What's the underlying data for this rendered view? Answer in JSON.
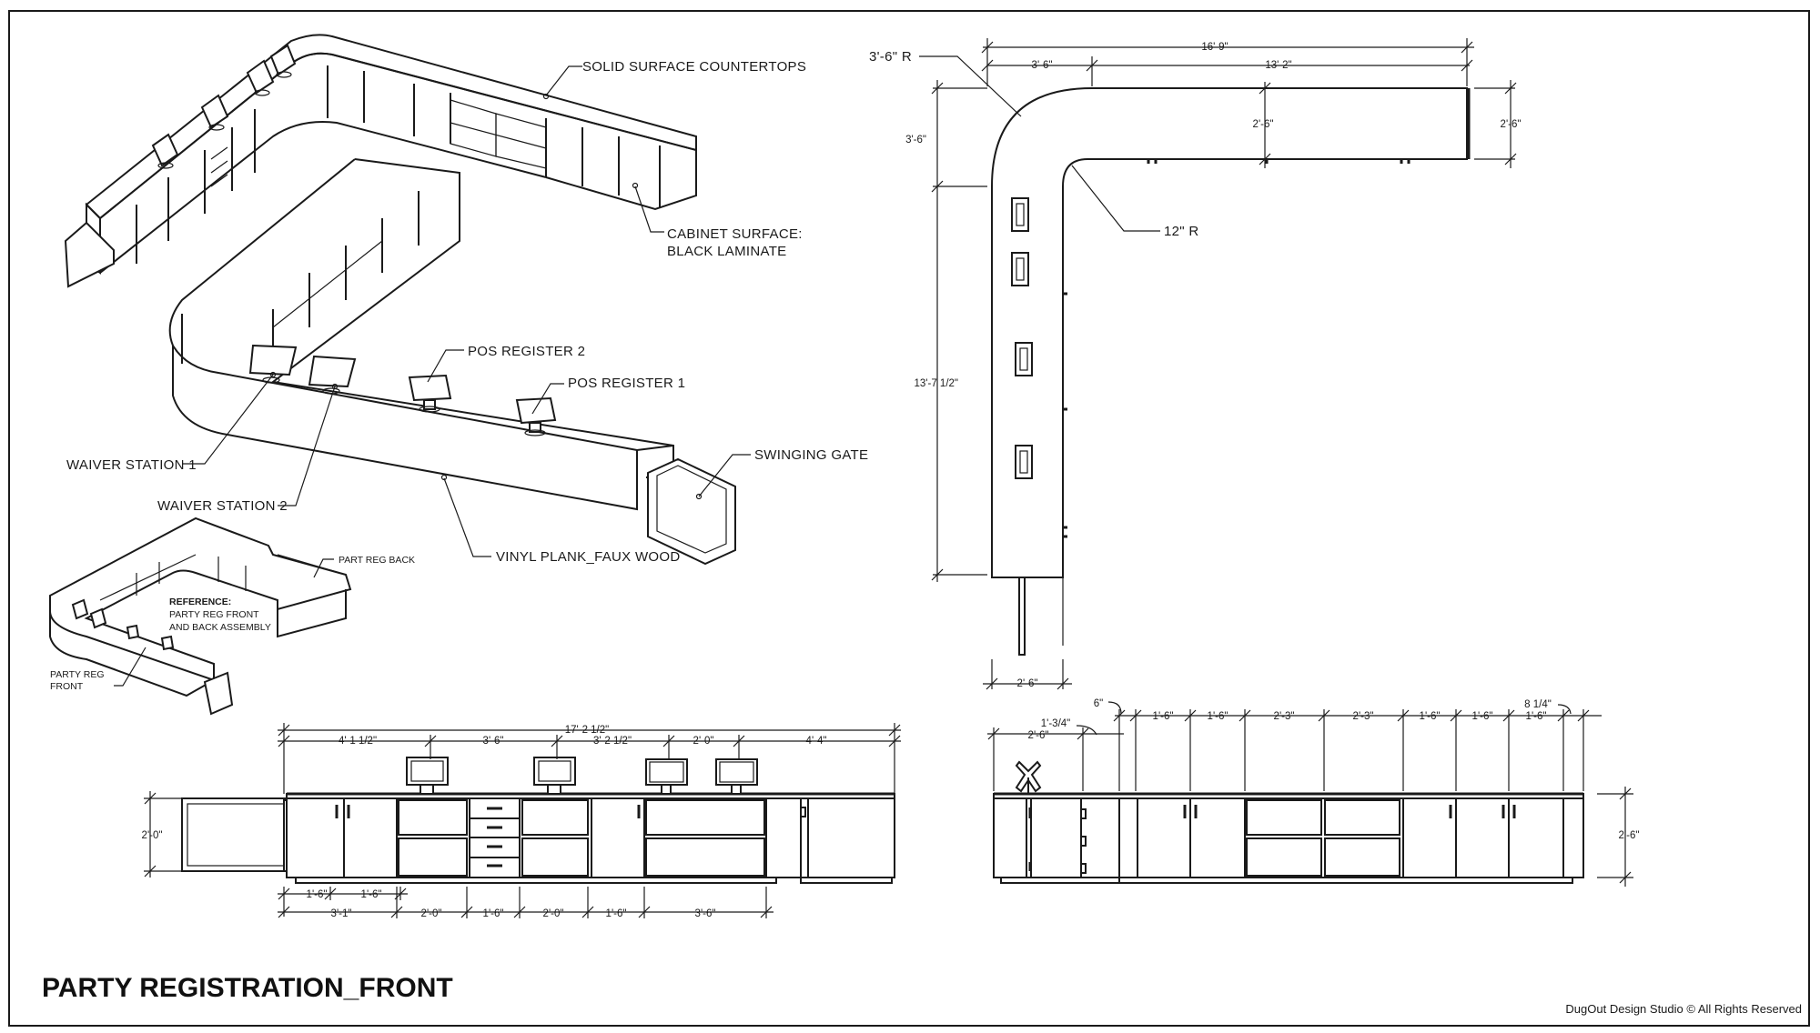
{
  "sheet": {
    "title": "PARTY REGISTRATION_FRONT",
    "credit": "DugOut Design Studio © All Rights Reserved"
  },
  "callouts": {
    "countertops": "SOLID SURFACE COUNTERTOPS",
    "cabinet_line1": "CABINET SURFACE:",
    "cabinet_line2": "BLACK LAMINATE",
    "pos2": "POS REGISTER 2",
    "pos1": "POS REGISTER 1",
    "swinging_gate": "SWINGING GATE",
    "waiver1": "WAIVER STATION 1",
    "waiver2": "WAIVER STATION 2",
    "vinyl": "VINYL PLANK_FAUX WOOD"
  },
  "reference": {
    "part_reg_back": "PART REG BACK",
    "heading": "REFERENCE:",
    "line1": "PARTY REG FRONT",
    "line2": "AND BACK ASSEMBLY",
    "front_line1": "PARTY REG",
    "front_line2": "FRONT"
  },
  "plan_dims": {
    "overall_top": "16'-9\"",
    "seg_a": "3'-6\"",
    "seg_b": "13'-2\"",
    "outer_radius": "3'-6\" R",
    "left_top": "3'-6\"",
    "depth_mid": "2'-6\"",
    "depth_right": "2'-6\"",
    "inner_radius": "12\" R",
    "overall_left": "13'-7 1/2\"",
    "bottom": "2'-6\""
  },
  "front_elev_dims": {
    "overall": "17'-2 1/2\"",
    "top": [
      "4'-1 1/2\"",
      "3'-6\"",
      "3'-2 1/2\"",
      "2'-0\"",
      "4'-4\""
    ],
    "height": "2'-0\"",
    "bottom_row1": [
      "1'-6\"",
      "1'-6\""
    ],
    "bottom_row2": [
      "3'-1\"",
      "2'-0\"",
      "1'-6\"",
      "2'-0\"",
      "1'-6\"",
      "3'-6\""
    ]
  },
  "side_elev_dims": {
    "six_in": "6\"",
    "three_quarter": "1'-3/4\"",
    "left": "2'-6\"",
    "top": [
      "1'-6\"",
      "1'-6\"",
      "2'-3\"",
      "2'-3\"",
      "1'-6\"",
      "1'-6\"",
      "1'-6\""
    ],
    "eight_quarter": "8 1/4\"",
    "height": "2'-6\""
  }
}
